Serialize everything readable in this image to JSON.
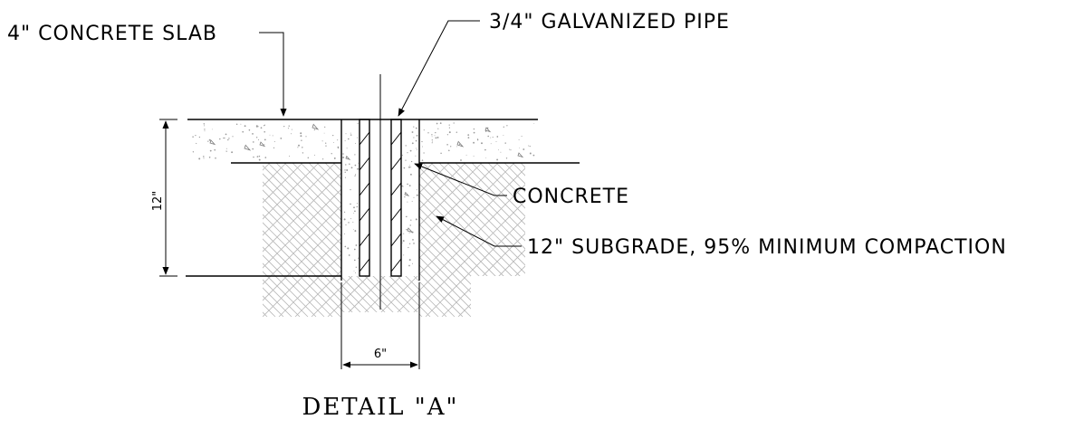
{
  "detail": {
    "title": "DETAIL \"A\"",
    "callouts": {
      "slab": "4\" CONCRETE SLAB",
      "pipe": "3/4\" GALVANIZED PIPE",
      "concrete": "CONCRETE",
      "subgrade": "12\" SUBGRADE, 95% MINIMUM COMPACTION"
    },
    "dimensions": {
      "depth": "12\"",
      "width": "6\""
    }
  }
}
